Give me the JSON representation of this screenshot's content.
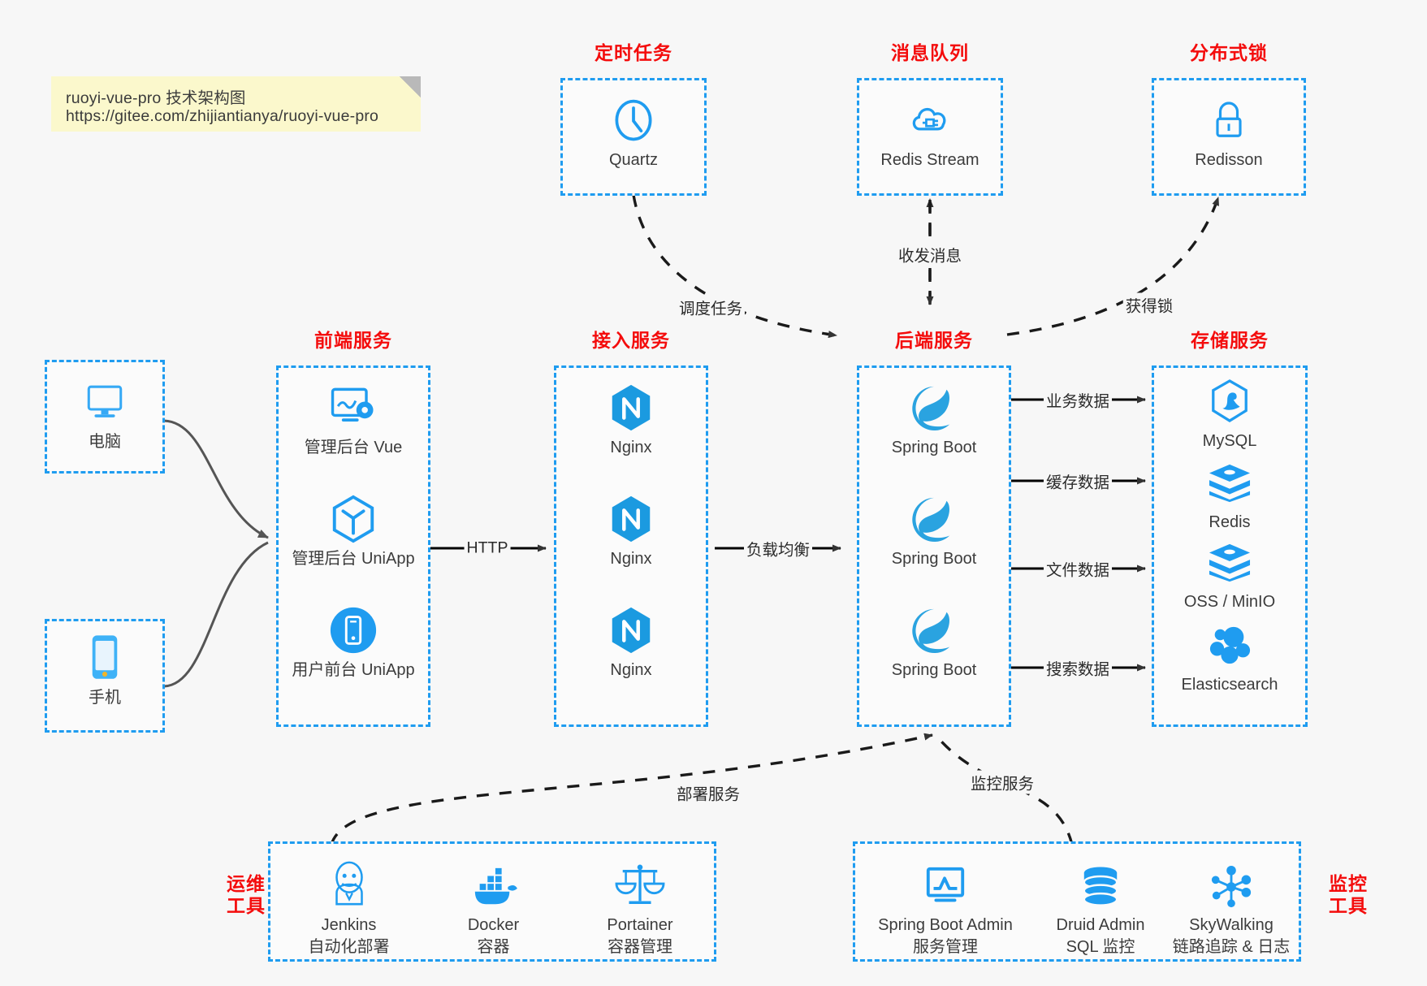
{
  "note": {
    "line1": "ruoyi-vue-pro 技术架构图",
    "line2": "https://gitee.com/zhijiantianya/ruoyi-vue-pro"
  },
  "colors": {
    "box_border": "#1f9cf0",
    "group_label": "#f40c0c",
    "icon": "#1f9cf0",
    "background": "#f7f7f7",
    "note": "#fbf8cc",
    "edge": "#333333"
  },
  "groups": {
    "scheduler": {
      "label": "定时任务",
      "nodes": [
        {
          "name": "Quartz",
          "icon": "clock-icon"
        }
      ]
    },
    "message_queue": {
      "label": "消息队列",
      "nodes": [
        {
          "name": "Redis Stream",
          "icon": "cloud-node-icon"
        }
      ]
    },
    "distributed_lock": {
      "label": "分布式锁",
      "nodes": [
        {
          "name": "Redisson",
          "icon": "lock-icon"
        }
      ]
    },
    "clients": {
      "pc": {
        "label": "电脑",
        "icon": "desktop-icon"
      },
      "mobile": {
        "label": "手机",
        "icon": "smartphone-icon"
      }
    },
    "frontend": {
      "label": "前端服务",
      "nodes": [
        {
          "name": "管理后台 Vue",
          "icon": "dashboard-gear-icon"
        },
        {
          "name": "管理后台 UniApp",
          "icon": "hexagon-cube-icon"
        },
        {
          "name": "用户前台 UniApp",
          "icon": "mobile-circle-icon"
        }
      ]
    },
    "gateway": {
      "label": "接入服务",
      "nodes": [
        {
          "name": "Nginx",
          "icon": "nginx-icon"
        },
        {
          "name": "Nginx",
          "icon": "nginx-icon"
        },
        {
          "name": "Nginx",
          "icon": "nginx-icon"
        }
      ]
    },
    "backend": {
      "label": "后端服务",
      "nodes": [
        {
          "name": "Spring Boot",
          "icon": "spring-boot-icon"
        },
        {
          "name": "Spring Boot",
          "icon": "spring-boot-icon"
        },
        {
          "name": "Spring Boot",
          "icon": "spring-boot-icon"
        }
      ]
    },
    "storage": {
      "label": "存储服务",
      "nodes": [
        {
          "name": "MySQL",
          "icon": "mysql-icon"
        },
        {
          "name": "Redis",
          "icon": "redis-icon"
        },
        {
          "name": "OSS / MinIO",
          "icon": "oss-minio-icon"
        },
        {
          "name": "Elasticsearch",
          "icon": "elasticsearch-icon"
        }
      ]
    },
    "devops": {
      "label_line1": "运维",
      "label_line2": "工具",
      "nodes": [
        {
          "name": "Jenkins",
          "desc": "自动化部署",
          "icon": "jenkins-icon"
        },
        {
          "name": "Docker",
          "desc": "容器",
          "icon": "docker-icon"
        },
        {
          "name": "Portainer",
          "desc": "容器管理",
          "icon": "scales-icon"
        }
      ]
    },
    "monitoring": {
      "label_line1": "监控",
      "label_line2": "工具",
      "nodes": [
        {
          "name": "Spring Boot Admin",
          "desc": "服务管理",
          "icon": "monitor-chart-icon"
        },
        {
          "name": "Druid Admin",
          "desc": "SQL 监控",
          "icon": "database-icon"
        },
        {
          "name": "SkyWalking",
          "desc": "链路追踪 & 日志",
          "icon": "skywalking-icon"
        }
      ]
    }
  },
  "edges": [
    {
      "id": "schedule-task",
      "label": "调度任务",
      "from": "scheduler",
      "to": "backend",
      "style": "dashed"
    },
    {
      "id": "send-receive-message",
      "label": "收发消息",
      "from": "backend",
      "to": "message_queue",
      "style": "dashed-bidirectional"
    },
    {
      "id": "acquire-lock",
      "label": "获得锁",
      "from": "backend",
      "to": "distributed_lock",
      "style": "dashed"
    },
    {
      "id": "http",
      "label": "HTTP",
      "from": "frontend",
      "to": "gateway",
      "style": "solid"
    },
    {
      "id": "load-balance",
      "label": "负载均衡",
      "from": "gateway",
      "to": "backend",
      "style": "solid"
    },
    {
      "id": "business-data",
      "label": "业务数据",
      "from": "backend",
      "to": "storage",
      "style": "solid"
    },
    {
      "id": "cache-data",
      "label": "缓存数据",
      "from": "backend",
      "to": "storage",
      "style": "solid"
    },
    {
      "id": "file-data",
      "label": "文件数据",
      "from": "backend",
      "to": "storage",
      "style": "solid"
    },
    {
      "id": "search-data",
      "label": "搜索数据",
      "from": "backend",
      "to": "storage",
      "style": "solid"
    },
    {
      "id": "deploy-service",
      "label": "部署服务",
      "from": "devops",
      "to": "backend",
      "style": "dashed"
    },
    {
      "id": "monitor-service",
      "label": "监控服务",
      "from": "monitoring",
      "to": "backend",
      "style": "dashed"
    }
  ]
}
